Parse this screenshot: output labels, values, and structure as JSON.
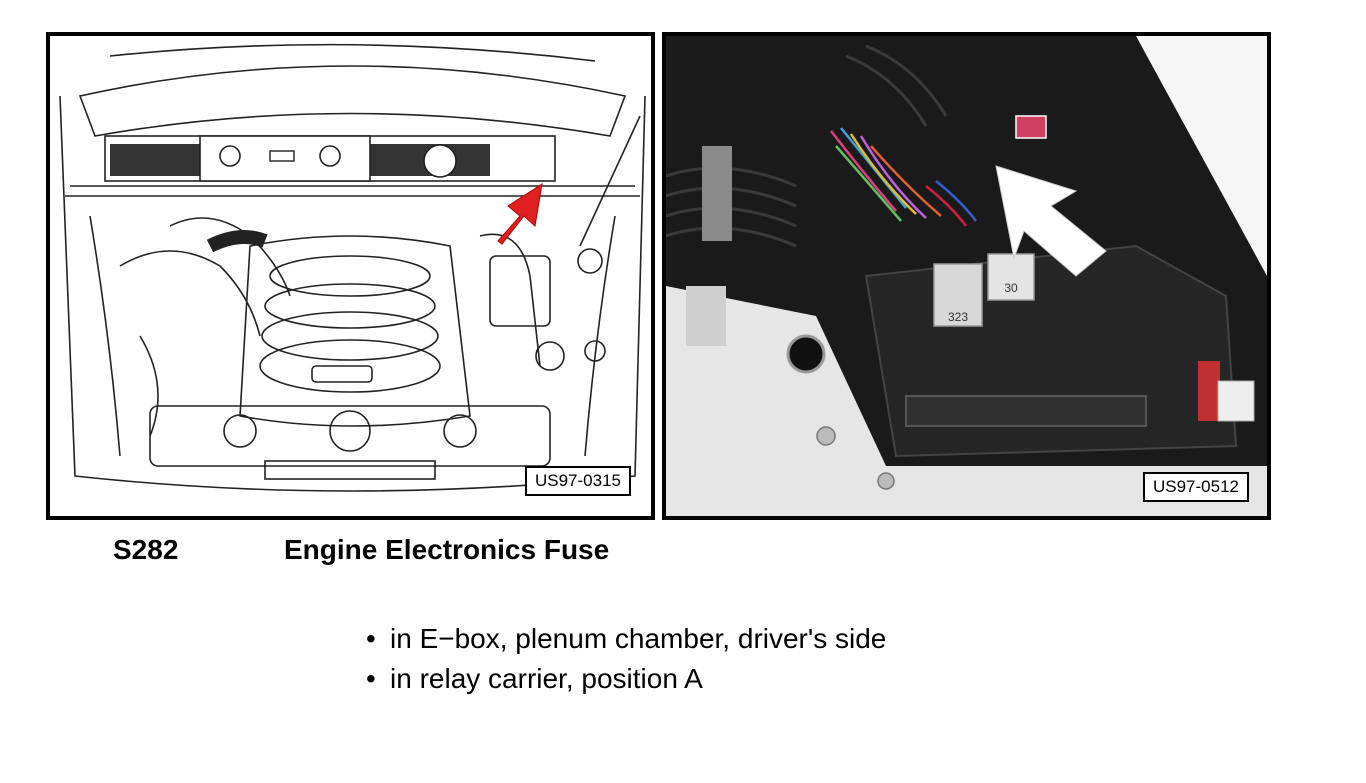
{
  "figures": {
    "left": {
      "code": "US97-0315"
    },
    "right": {
      "code": "US97-0512",
      "relay_labels": [
        "323",
        "30"
      ]
    }
  },
  "caption": {
    "fuse_id": "S282",
    "fuse_name": "Engine Electronics Fuse"
  },
  "locations": [
    "in E−box, plenum chamber, driver's side",
    "in relay carrier, position A"
  ],
  "colors": {
    "arrow_left": "#e02020",
    "arrow_right": "#ffffff",
    "frame": "#000000"
  }
}
